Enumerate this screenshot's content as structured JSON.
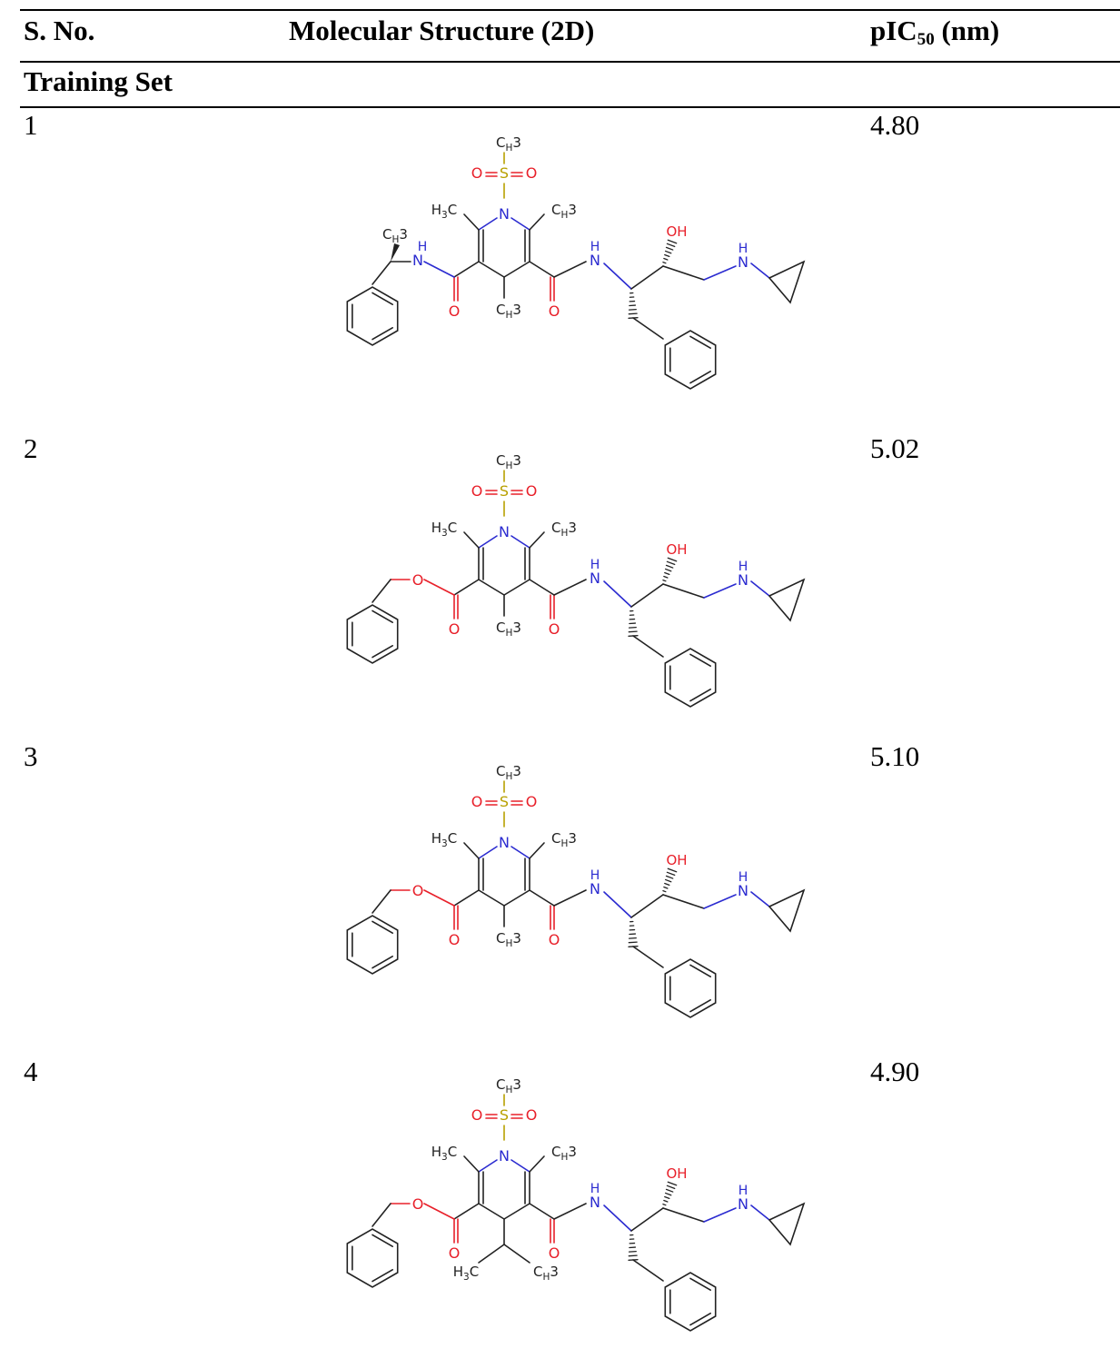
{
  "table": {
    "headers": {
      "sno": "S. No.",
      "structure": "Molecular Structure (2D)",
      "pic50_prefix": "pIC",
      "pic50_sub": "50",
      "pic50_suffix": " (nm)"
    },
    "section_label": "Training Set",
    "rows": [
      {
        "sno": "1",
        "pic50": "4.80",
        "variant": "amide-phenylethyl"
      },
      {
        "sno": "2",
        "pic50": "5.02",
        "variant": "benzyl-ester-methyl"
      },
      {
        "sno": "3",
        "pic50": "5.10",
        "variant": "benzyl-ester-methyl"
      },
      {
        "sno": "4",
        "pic50": "4.90",
        "variant": "benzyl-ester-isopropyl"
      }
    ]
  },
  "atoms": {
    "ch3": "CH3",
    "o": "O",
    "s": "S",
    "n": "N",
    "h": "H",
    "h3c": "H3C",
    "oh": "OH"
  },
  "colors": {
    "oxygen": "#e8202a",
    "nitrogen": "#2b2bd0",
    "sulfur": "#b8a000",
    "bond": "#222222"
  }
}
